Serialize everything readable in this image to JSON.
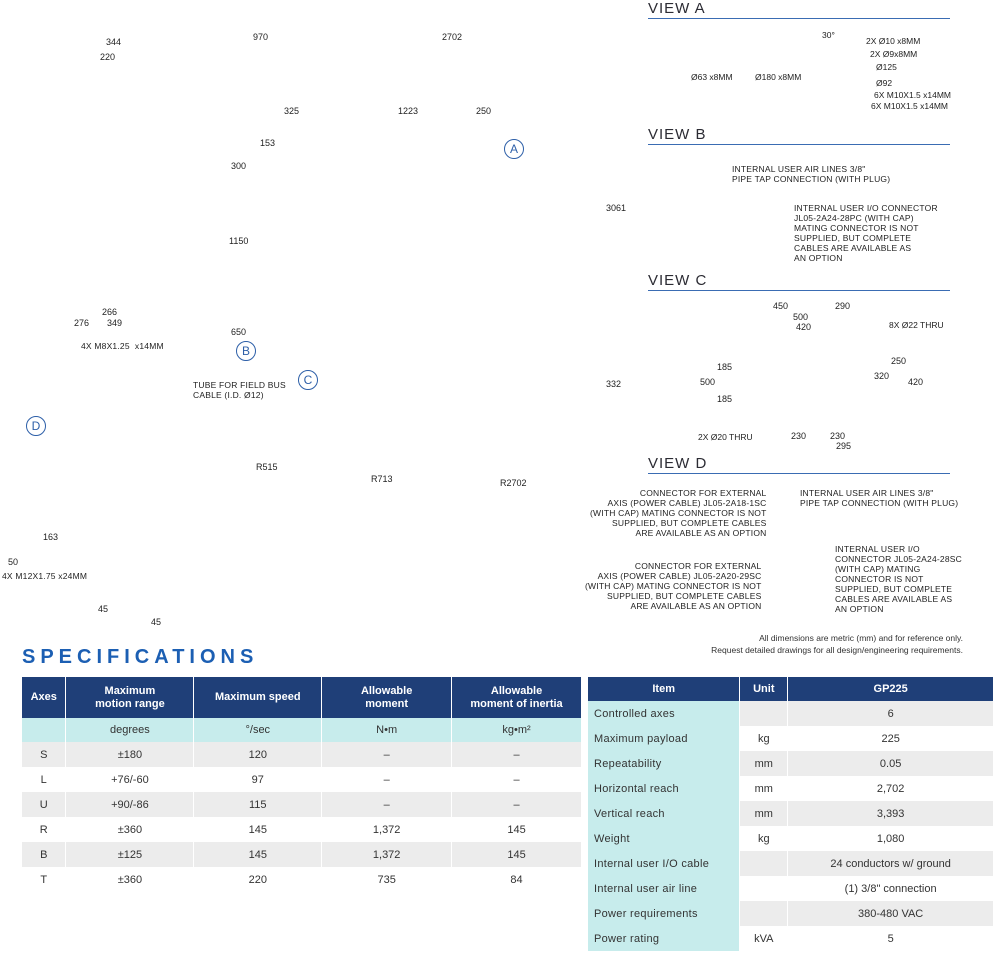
{
  "drawings": {
    "side_view": {
      "dims": [
        "344",
        "220",
        "276",
        "349",
        "266"
      ]
    },
    "main_view": {
      "dims_top": [
        "970",
        "2702"
      ],
      "dims_inner": [
        "325",
        "1223",
        "250",
        "153",
        "300",
        "1150",
        "650"
      ],
      "dims_right": [
        "3061",
        "332"
      ],
      "tube_note": "TUBE FOR FIELD BUS\nCABLE (I.D. Ø12)",
      "callouts": [
        "A",
        "B",
        "C"
      ]
    },
    "rear_view": {
      "top_note": "4X M8X1.25  x14MM",
      "bottom_note": "4X M12X1.75 x24MM",
      "dims": [
        "163",
        "50",
        "45",
        "45"
      ],
      "callout": "D"
    },
    "plan_view": {
      "radii": [
        "R515",
        "R713",
        "R2702"
      ]
    },
    "view_a": {
      "title": "VIEW A",
      "labels": [
        "Ø63 x8MM",
        "Ø180 x8MM",
        "30°",
        "2X Ø10 x8MM",
        "2X Ø9x8MM",
        "Ø125",
        "Ø92",
        "6X M10X1.5 x14MM",
        "6X M10X1.5 x14MM"
      ]
    },
    "view_b": {
      "title": "VIEW B",
      "note_air": "INTERNAL USER AIR LINES 3/8\"\nPIPE TAP CONNECTION (WITH PLUG)",
      "note_io": "INTERNAL USER I/O CONNECTOR\nJL05-2A24-28PC (WITH CAP)\nMATING CONNECTOR IS NOT\nSUPPLIED, BUT COMPLETE\nCABLES ARE AVAILABLE AS\nAN OPTION"
    },
    "view_c": {
      "title": "VIEW C",
      "dims": [
        "450",
        "290",
        "500",
        "420",
        "8X Ø22 THRU",
        "185",
        "500",
        "185",
        "250",
        "320",
        "420",
        "2X Ø20 THRU",
        "230",
        "230",
        "295"
      ]
    },
    "view_d": {
      "title": "VIEW D",
      "note_a": "CONNECTOR FOR EXTERNAL\nAXIS (POWER CABLE) JL05-2A18-1SC\n(WITH CAP) MATING CONNECTOR IS NOT\nSUPPLIED, BUT COMPLETE CABLES\nARE AVAILABLE AS AN OPTION",
      "note_b": "INTERNAL USER AIR LINES 3/8\"\nPIPE TAP CONNECTION (WITH PLUG)",
      "note_c": "CONNECTOR FOR EXTERNAL\nAXIS (POWER CABLE) JL05-2A20-29SC\n(WITH CAP) MATING CONNECTOR IS NOT\nSUPPLIED, BUT COMPLETE CABLES\nARE AVAILABLE AS AN OPTION",
      "note_d": "INTERNAL USER I/O\nCONNECTOR JL05-2A24-28SC\n(WITH CAP) MATING\nCONNECTOR IS NOT\nSUPPLIED, BUT COMPLETE\nCABLES ARE AVAILABLE AS\nAN OPTION"
    },
    "footnote_1": "All dimensions are metric (mm) and for reference only.",
    "footnote_2": "Request detailed drawings for all design/engineering requirements."
  },
  "specs": {
    "title": "SPECIFICATIONS",
    "axes_table": {
      "headers": [
        "Axes",
        "Maximum\nmotion range",
        "Maximum speed",
        "Allowable\nmoment",
        "Allowable\nmoment of inertia"
      ],
      "units": [
        "",
        "degrees",
        "°/sec",
        "N•m",
        "kg•m²"
      ],
      "rows": [
        [
          "S",
          "±180",
          "120",
          "–",
          "–"
        ],
        [
          "L",
          "+76/-60",
          "97",
          "–",
          "–"
        ],
        [
          "U",
          "+90/-86",
          "115",
          "–",
          "–"
        ],
        [
          "R",
          "±360",
          "145",
          "1,372",
          "145"
        ],
        [
          "B",
          "±125",
          "145",
          "1,372",
          "145"
        ],
        [
          "T",
          "±360",
          "220",
          "735",
          "84"
        ]
      ]
    },
    "item_table": {
      "headers": [
        "Item",
        "Unit",
        "GP225"
      ],
      "rows": [
        [
          "Controlled axes",
          "",
          "6"
        ],
        [
          "Maximum payload",
          "kg",
          "225"
        ],
        [
          "Repeatability",
          "mm",
          "0.05"
        ],
        [
          "Horizontal reach",
          "mm",
          "2,702"
        ],
        [
          "Vertical reach",
          "mm",
          "3,393"
        ],
        [
          "Weight",
          "kg",
          "1,080"
        ],
        [
          "Internal user I/O cable",
          "",
          "24 conductors w/ ground"
        ],
        [
          "Internal user air line",
          "",
          "(1) 3/8\" connection"
        ],
        [
          "Power requirements",
          "",
          "380-480 VAC"
        ],
        [
          "Power rating",
          "kVA",
          "5"
        ]
      ]
    }
  },
  "colors": {
    "accent": "#1c5fb3",
    "table_header": "#1f3f78",
    "teal": "#c7ecec",
    "zebra": "#ececec",
    "envelope": "#d6e2f2",
    "robot": "#a9abb0"
  }
}
